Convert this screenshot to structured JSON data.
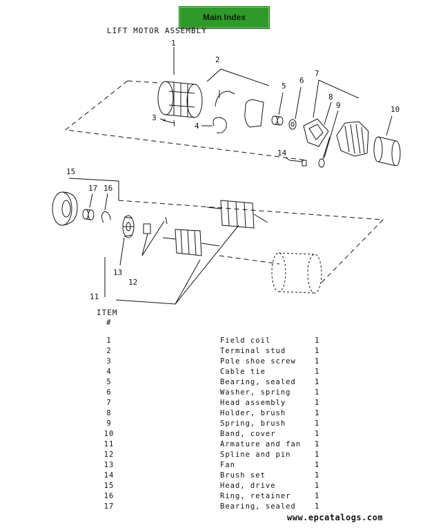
{
  "nav": {
    "main_index": "Main Index"
  },
  "document": {
    "title": "LIFT MOTOR ASSEMBLY"
  },
  "callouts": [
    "1",
    "2",
    "3",
    "4",
    "5",
    "6",
    "7",
    "8",
    "9",
    "10",
    "14",
    "15",
    "17",
    "16",
    "13",
    "12",
    "11"
  ],
  "table": {
    "header_line1": "ITEM",
    "header_line2": "#",
    "rows": [
      {
        "item": "1",
        "description": "Field coil",
        "qty": "1"
      },
      {
        "item": "2",
        "description": "Terminal stud",
        "qty": "1"
      },
      {
        "item": "3",
        "description": "Pole shoe screw",
        "qty": "1"
      },
      {
        "item": "4",
        "description": "Cable tie",
        "qty": "1"
      },
      {
        "item": "5",
        "description": "Bearing, sealed",
        "qty": "1"
      },
      {
        "item": "6",
        "description": "Washer, spring",
        "qty": "1"
      },
      {
        "item": "7",
        "description": "Head assembly",
        "qty": "1"
      },
      {
        "item": "8",
        "description": "Holder, brush",
        "qty": "1"
      },
      {
        "item": "9",
        "description": "Spring, brush",
        "qty": "1"
      },
      {
        "item": "10",
        "description": "Band, cover",
        "qty": "1"
      },
      {
        "item": "11",
        "description": "Armature and fan",
        "qty": "1"
      },
      {
        "item": "12",
        "description": "Spline and pin",
        "qty": "1"
      },
      {
        "item": "13",
        "description": "Fan",
        "qty": "1"
      },
      {
        "item": "14",
        "description": "Brush set",
        "qty": "1"
      },
      {
        "item": "15",
        "description": "Head, drive",
        "qty": "1"
      },
      {
        "item": "16",
        "description": "Ring, retainer",
        "qty": "1"
      },
      {
        "item": "17",
        "description": "Bearing, sealed",
        "qty": "1"
      }
    ]
  },
  "footer": {
    "url": "www.epcatalogs.com"
  }
}
